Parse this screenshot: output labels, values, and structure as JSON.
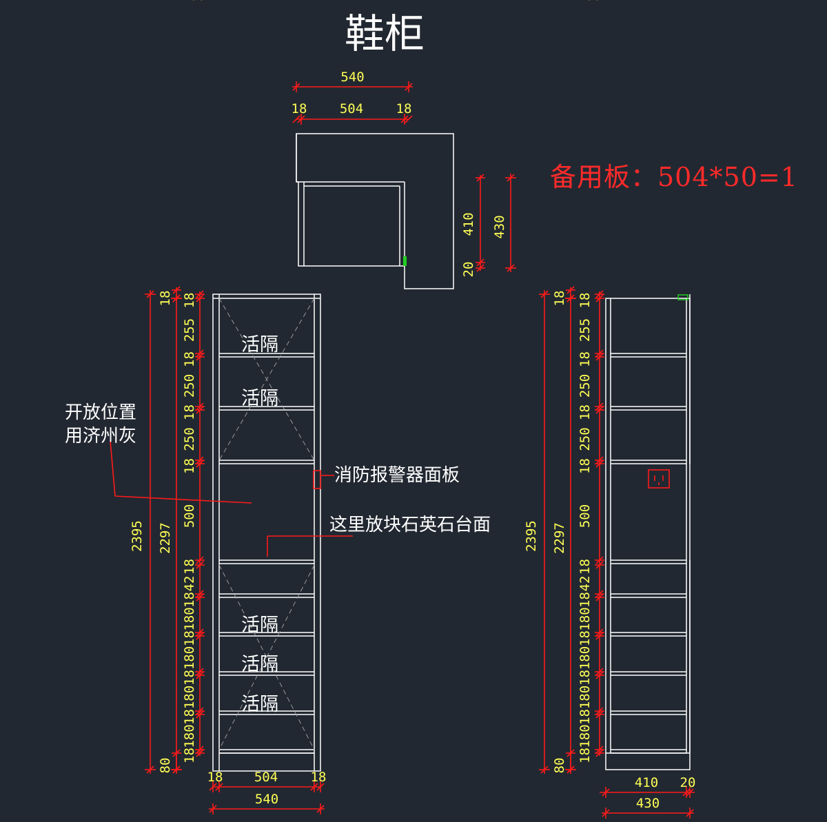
{
  "title": "鞋柜",
  "spare_board": "备用板：504*50=1",
  "notes": {
    "open_line1": "开放位置",
    "open_line2": "用济州灰",
    "alarm_panel": "消防报警器面板",
    "quartz": "这里放块石英石台面"
  },
  "shelf_label": "活隔",
  "colors": {
    "background": "#222831",
    "lines": "#ffffff",
    "dimension": "#ff1a1a",
    "dim_text": "#ffff55",
    "marker": "#22cc22"
  },
  "plan_dims": {
    "overall": "540",
    "inner": "504",
    "side_left": "18",
    "side_right": "18",
    "depth_a": "410",
    "depth_b": "430",
    "gap": "20"
  },
  "front_dims": {
    "total": "2395",
    "carcass": "2297",
    "top": "18",
    "plinth": "80",
    "stack": [
      "18",
      "255",
      "18",
      "250",
      "18",
      "250",
      "18",
      "500",
      "18",
      "42",
      "18",
      "180",
      "18",
      "180",
      "18",
      "180",
      "18",
      "180",
      "18",
      "180"
    ]
  },
  "bottom_dims": {
    "front_left": "18",
    "front_inner": "504",
    "front_right": "18",
    "front_overall": "540",
    "side_depth": "410",
    "side_gap": "20",
    "side_overall": "430"
  }
}
